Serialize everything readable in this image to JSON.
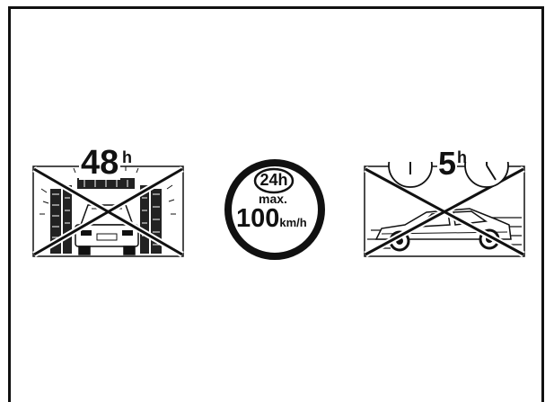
{
  "panels": {
    "car_wash": {
      "hours": "48",
      "unit": "h",
      "icon": "car-wash-prohibited-icon"
    },
    "speed_limit": {
      "period": "24h",
      "max_label": "max.",
      "speed": "100",
      "speed_unit": "km/h",
      "icon": "speed-limit-sign-icon"
    },
    "fast_driving": {
      "hours": "5",
      "unit": "h",
      "icon": "car-driving-prohibited-icon"
    }
  },
  "colors": {
    "ink": "#111111",
    "background": "#ffffff"
  }
}
